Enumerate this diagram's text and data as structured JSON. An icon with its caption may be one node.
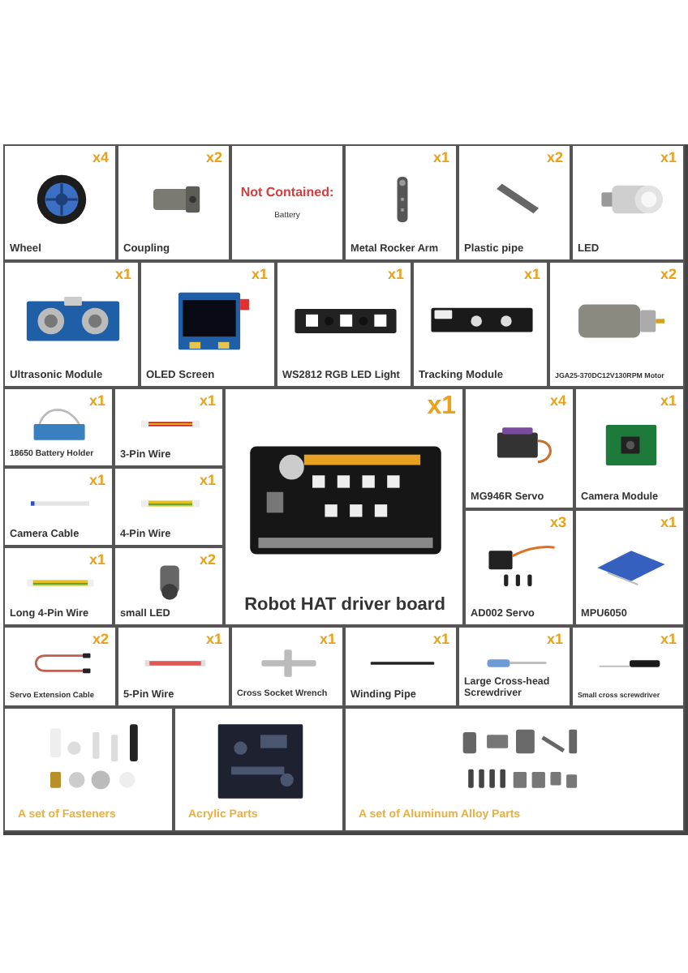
{
  "diagram": {
    "nodes": [
      {
        "text": [
          "x4",
          "Wheel"
        ]
      },
      {
        "text": [
          "x2",
          "Coupling"
        ]
      },
      {
        "text": [
          "Not Contained:",
          "Battery"
        ]
      },
      {
        "text": [
          "x1",
          "Metal Rocker Arm"
        ]
      },
      {
        "text": [
          "x2",
          "Plastic pipe"
        ]
      },
      {
        "text": [
          "x1",
          "LED"
        ]
      },
      {
        "text": [
          "x1",
          "Ultrasonic Module"
        ]
      },
      {
        "text": [
          "x1",
          "OLED Screen"
        ]
      },
      {
        "text": [
          "x1",
          "WS2812 RGB LED Light"
        ]
      },
      {
        "text": [
          "x1",
          "Tracking Module"
        ]
      },
      {
        "text": [
          "x2",
          "JGA25-370DC12V130RPM Motor"
        ]
      },
      {
        "text": [
          "x1",
          "18650 Battery Holder"
        ]
      },
      {
        "text": [
          "x1",
          "3-Pin Wire"
        ]
      },
      {
        "text": [
          "x1",
          "Camera Cable"
        ]
      },
      {
        "text": [
          "x1",
          "4-Pin Wire"
        ]
      },
      {
        "text": [
          "x1",
          "Long 4-Pin Wire"
        ]
      },
      {
        "text": [
          "x2",
          "small LED"
        ]
      },
      {
        "text": [
          "x1",
          "Robot HAT driver board"
        ]
      },
      {
        "text": [
          "x4",
          "MG946R Servo"
        ]
      },
      {
        "text": [
          "x1",
          "Camera Module"
        ]
      },
      {
        "text": [
          "x3",
          "AD002 Servo"
        ]
      },
      {
        "text": [
          "x1",
          "MPU6050"
        ]
      },
      {
        "text": [
          "x2",
          "Servo Extension Cable"
        ]
      },
      {
        "text": [
          "x1",
          "5-Pin Wire"
        ]
      },
      {
        "text": [
          "x1",
          "Cross Socket Wrench"
        ]
      },
      {
        "text": [
          "x1",
          "Winding Pipe"
        ]
      },
      {
        "text": [
          "x1",
          "Large Cross-head Screwdriver"
        ]
      },
      {
        "text": [
          "x1",
          "Small cross screwdriver"
        ]
      },
      {
        "text": [
          "A set of Fasteners"
        ]
      },
      {
        "text": [
          "Acrylic Parts"
        ]
      },
      {
        "text": [
          "A set of Aluminum Alloy Parts"
        ]
      }
    ]
  }
}
